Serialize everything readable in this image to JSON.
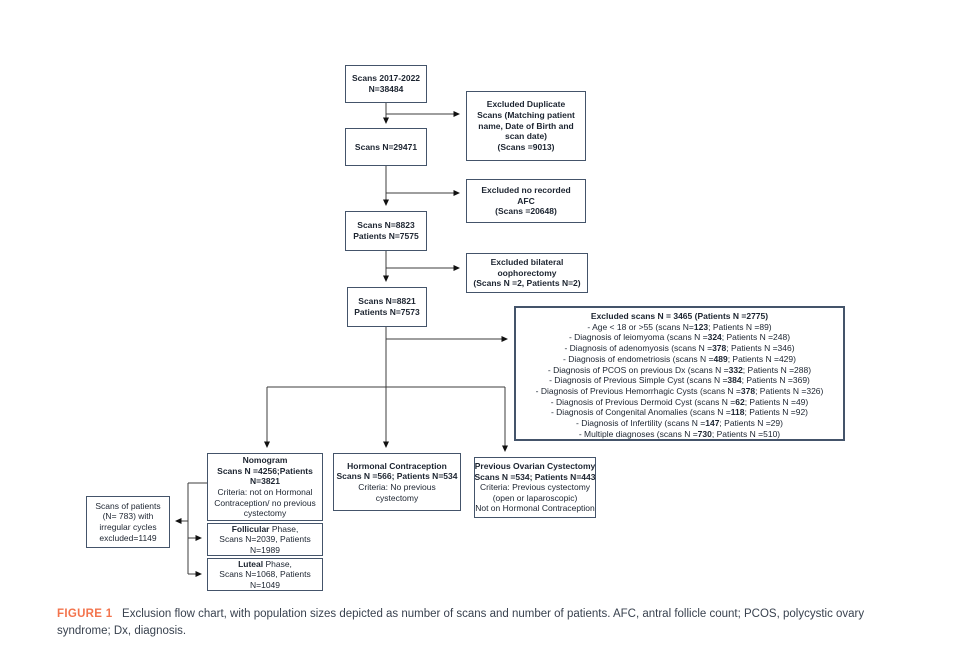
{
  "figure": {
    "caption_label": "FIGURE 1",
    "caption_text": "Exclusion flow chart, with population sizes depicted as number of scans and number of patients. AFC, antral follicle count; PCOS, polycystic ovary syndrome; Dx, diagnosis."
  },
  "colors": {
    "box_border": "#44546A",
    "caption_label_orange": "#F3744D",
    "connector_gray": "#3c3c3c",
    "text_dark": "#1c2430"
  },
  "flowchart": {
    "start_box": {
      "lines": [
        "Scans 2017-2022",
        "N=38484"
      ]
    },
    "excluded_duplicates_box": {
      "lines": [
        "Excluded Duplicate",
        "Scans (Matching patient",
        "name, Date of Birth and",
        "scan date)",
        "(Scans =9013)"
      ]
    },
    "scans_29471_box": {
      "lines": [
        "Scans N=29471"
      ]
    },
    "excluded_no_afc_box": {
      "lines": [
        "Excluded no recorded",
        "AFC",
        "(Scans =20648)"
      ]
    },
    "scans_8823_box": {
      "lines": [
        "Scans N=8823",
        "Patients N=7575"
      ]
    },
    "excluded_oophorectomy_box": {
      "lines": [
        "Excluded bilateral",
        "oophorectomy",
        "(Scans N =2, Patients N=2)"
      ]
    },
    "scans_8821_box": {
      "lines": [
        "Scans N=8821",
        "Patients N=7573"
      ]
    },
    "excluded_scans_box": {
      "title": "Excluded scans N = 3465 (Patients N =2775)",
      "items": [
        "- Age < 18 or >55 (scans N=**123**; Patients N =89)",
        "- Diagnosis of leiomyoma (scans N =**324**; Patients N =248)",
        "- Diagnosis of adenomyosis (scans N =**378**; Patients N =346)",
        "- Diagnosis of endometriosis (scans N =**489**; Patients N =429)",
        "- Diagnosis of PCOS on previous Dx (scans N =**332**; Patients N =288)",
        "- Diagnosis of Previous Simple Cyst (scans N =**384**; Patients N =369)",
        "- Diagnosis of Previous Hemorrhagic Cysts (scans N =**378**; Patients N =326)",
        "- Diagnosis of Previous Dermoid Cyst (scans N =**62**; Patients N =49)",
        "- Diagnosis of Congenital Anomalies (scans N =**118**; Patients N =92)",
        "- Diagnosis of Infertility  (scans N =**147**; Patients N =29)",
        "- Multiple diagnoses (scans N =**730**; Patients N =510)"
      ]
    },
    "nomogram_box": {
      "lines": [
        "**Nomogram**",
        "**Scans N =4256;Patients**",
        "**N=3821**",
        "Criteria: not on Hormonal",
        "Contraception/ no previous",
        "cystectomy"
      ]
    },
    "hormonal_box": {
      "lines": [
        "**Hormonal Contraception**",
        "**Scans N =566; Patients N=534**",
        "Criteria: No previous",
        "cystectomy"
      ]
    },
    "cystectomy_box": {
      "lines": [
        "**Previous Ovarian Cystectomy**",
        "**Scans N =534; Patients N=443**",
        "Criteria: Previous cystectomy",
        "(open or laparoscopic)",
        "Not on Hormonal Contraception"
      ]
    },
    "irregular_cycles_box": {
      "lines": [
        "Scans of patients",
        "(N= 783) with",
        "irregular cycles",
        "excluded=1149"
      ]
    },
    "follicular_box": {
      "lines": [
        "**Follicular** Phase,",
        "Scans N=2039, Patients",
        "N=1989"
      ]
    },
    "luteal_box": {
      "lines": [
        "**Luteal** Phase,",
        "Scans N=1068, Patients",
        "N=1049"
      ]
    }
  }
}
